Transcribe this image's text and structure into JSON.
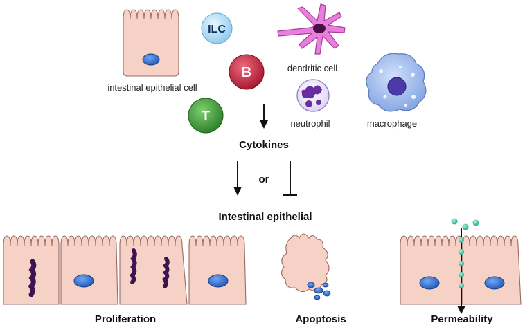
{
  "labels": {
    "intestinal_epithelial_cell": "intestinal epithelial cell",
    "ilc": "ILC",
    "b_cell": "B",
    "t_cell": "T",
    "dendritic_cell": "dendritic cell",
    "neutrophil": "neutrophil",
    "macrophage": "macrophage",
    "cytokines": "Cytokines",
    "or": "or",
    "intestinal_epithelial": "Intestinal epithelial",
    "proliferation": "Proliferation",
    "apoptosis": "Apoptosis",
    "permeability": "Permeability"
  },
  "colors": {
    "epithelium_fill": "#f6d1c6",
    "nucleus": "#2f6fd3",
    "ilc": "#a9d8f3",
    "b_cell": "#c9283f",
    "t_cell": "#3f9f39",
    "dendritic": "#e07ad6",
    "neutrophil": "#7b3fa8",
    "macrophage": "#7f9fe0",
    "chromosome": "#3b1450",
    "permeation_dots": "#2fb8a0"
  }
}
